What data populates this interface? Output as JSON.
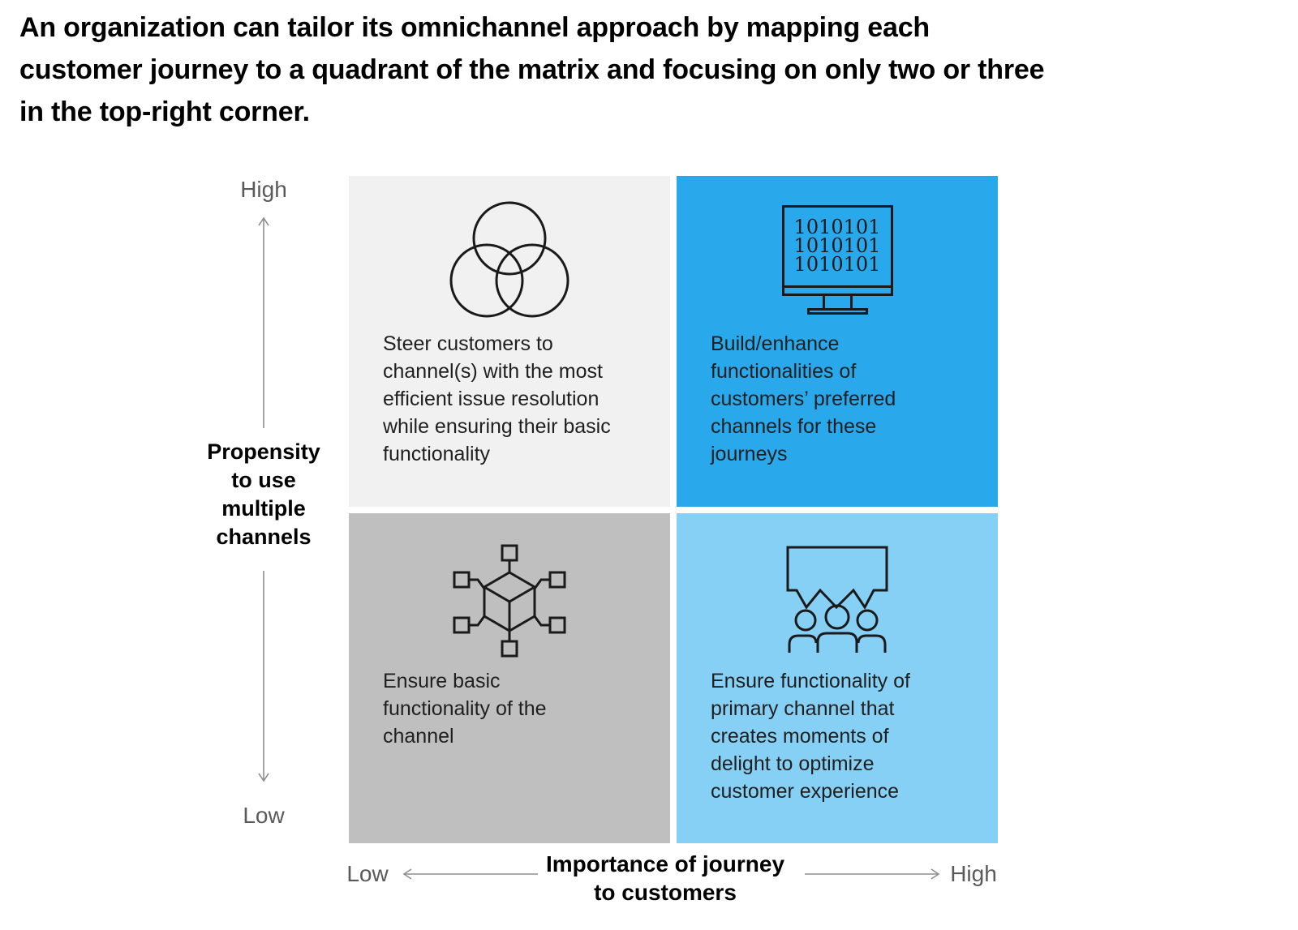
{
  "title": "An organization can tailor its omnichannel approach by mapping each\ncustomer journey to a quadrant of the matrix and focusing on only two or three\nin the top-right corner.",
  "matrix": {
    "quadrants": {
      "top_left": {
        "label": "Steer customers to\nchannel(s) with the most\nefficient issue resolution\nwhile ensuring their basic\nfunctionality",
        "icon": "venn-circles-icon",
        "bg": "#F1F1F1"
      },
      "top_right": {
        "label": "Build/enhance\nfunctionalities of\ncustomers’ preferred\nchannels for these\njourneys",
        "icon": "binary-monitor-icon",
        "binary_text": "1010101\n1010101\n1010101",
        "bg": "#29A8EC"
      },
      "bottom_left": {
        "label": "Ensure basic\nfunctionality of the\nchannel",
        "icon": "cube-network-icon",
        "bg": "#BFBFBF"
      },
      "bottom_right": {
        "label": "Ensure functionality of\nprimary channel that\ncreates moments of\ndelight to optimize\ncustomer experience",
        "icon": "speech-bubble-people-icon",
        "bg": "#87D0F5"
      }
    }
  },
  "y_axis": {
    "high_label": "High",
    "title": "Propensity\nto use\nmultiple\nchannels",
    "low_label": "Low"
  },
  "x_axis": {
    "low_label": "Low",
    "title": "Importance of journey\nto customers",
    "high_label": "High"
  },
  "colors": {
    "quadrant_top_left_bg": "#F1F1F1",
    "quadrant_top_right_bg": "#29A8EC",
    "quadrant_bottom_left_bg": "#BFBFBF",
    "quadrant_bottom_right_bg": "#87D0F5",
    "icon_stroke": "#1A1A1A",
    "body_text": "#1F1F1F",
    "title_text": "#000000",
    "axis_endpoint_label": "#5A5A5A",
    "axis_arrow": "#8F8F8F"
  }
}
